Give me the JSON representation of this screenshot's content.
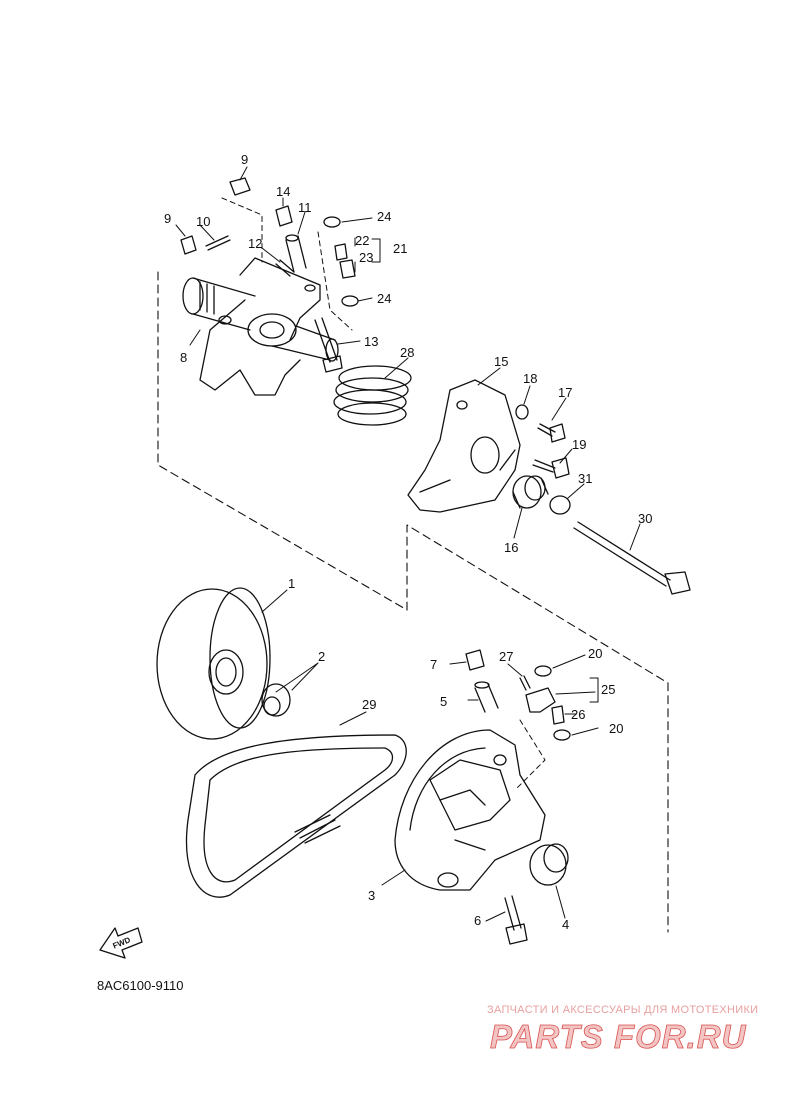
{
  "diagram": {
    "code": "8AC6100-9110",
    "fwd_label": "FWD",
    "callouts": [
      "9",
      "14",
      "11",
      "24",
      "10",
      "9",
      "12",
      "22",
      "21",
      "23",
      "24",
      "13",
      "8",
      "28",
      "15",
      "18",
      "17",
      "19",
      "31",
      "30",
      "16",
      "1",
      "2",
      "7",
      "27",
      "20",
      "25",
      "5",
      "26",
      "20",
      "29",
      "3",
      "6",
      "4"
    ]
  },
  "watermark": {
    "tagline": "ЗАПЧАСТИ И АКСЕССУАРЫ ДЛЯ МОТОТЕХНИКИ",
    "brand": "PARTS FOR.RU"
  },
  "colors": {
    "ink": "#111111",
    "watermark": "#d9534f"
  }
}
